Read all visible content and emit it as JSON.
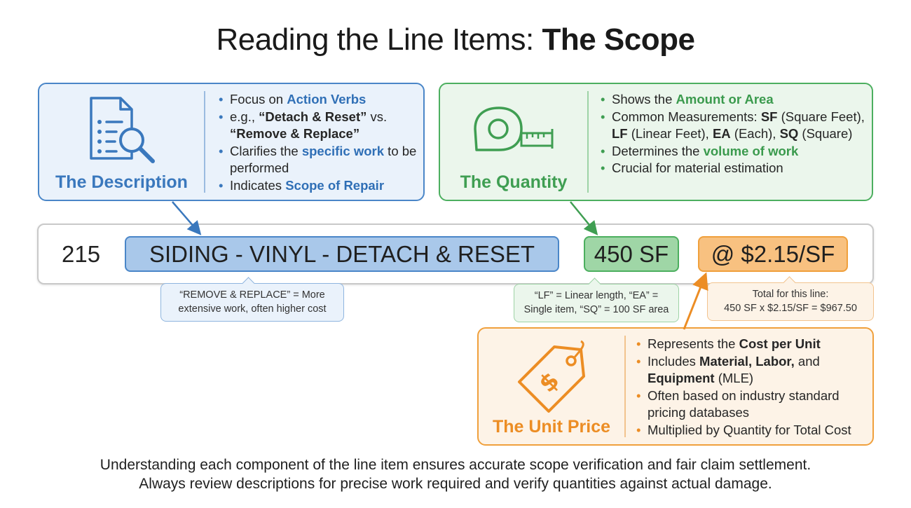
{
  "title": {
    "regular": "Reading the Line Items: ",
    "bold": "The Scope"
  },
  "description_card": {
    "name": "The Description",
    "icon": "document-magnifier-icon",
    "b1_pre": "Focus on ",
    "b1_hl": "Action Verbs",
    "b2_pre": "e.g., ",
    "b2_bold1": "“Detach & Reset”",
    "b2_mid": " vs. ",
    "b2_bold2": "“Remove & Replace”",
    "b3_pre": "Clarifies the ",
    "b3_hl": "specific work",
    "b3_post": " to be performed",
    "b4_pre": "Indicates ",
    "b4_hl": "Scope of Repair"
  },
  "quantity_card": {
    "name": "The Quantity",
    "icon": "tape-measure-icon",
    "b1_pre": "Shows the ",
    "b1_hl": "Amount or Area",
    "b2_pre": "Common Measurements: ",
    "b2_sf": "SF",
    "b2_sf_txt": " (Square Feet), ",
    "b2_lf": "LF",
    "b2_lf_txt": " (Linear Feet), ",
    "b2_ea": "EA",
    "b2_ea_txt": " (Each), ",
    "b2_sq": "SQ",
    "b2_sq_txt": " (Square)",
    "b3_pre": "Determines the ",
    "b3_hl": "volume of work",
    "b4": "Crucial for material estimation"
  },
  "price_card": {
    "name": "The Unit Price",
    "icon": "price-tag-icon",
    "b1_pre": "Represents the ",
    "b1_bold": "Cost per Unit",
    "b2_pre": "Includes ",
    "b2_bold1": "Material, Labor,",
    "b2_mid": " and ",
    "b2_bold2": "Equipment",
    "b2_post": " (MLE)",
    "b3": "Often based on industry standard pricing databases",
    "b4": "Multiplied by Quantity for Total Cost"
  },
  "line_item": {
    "number": "215",
    "description": "SIDING - VINYL - DETACH & RESET",
    "quantity": "450 SF",
    "unit_price": "@ $2.15/SF"
  },
  "callouts": {
    "description_line1": "“REMOVE & REPLACE” = More",
    "description_line2": "extensive work, often higher cost",
    "quantity_line1": "“LF” = Linear length, “EA” =",
    "quantity_line2": "Single item, “SQ” = 100 SF area",
    "price_line1": "Total for this line:",
    "price_line2": "450 SF x $2.15/SF = $967.50"
  },
  "footer": {
    "line1": "Understanding each component of the line item ensures accurate scope verification and fair claim settlement.",
    "line2": "Always review descriptions for precise work required and verify quantities against actual damage."
  },
  "colors": {
    "blue": "#4a86c8",
    "green": "#4caf5f",
    "orange": "#f0a03c"
  }
}
